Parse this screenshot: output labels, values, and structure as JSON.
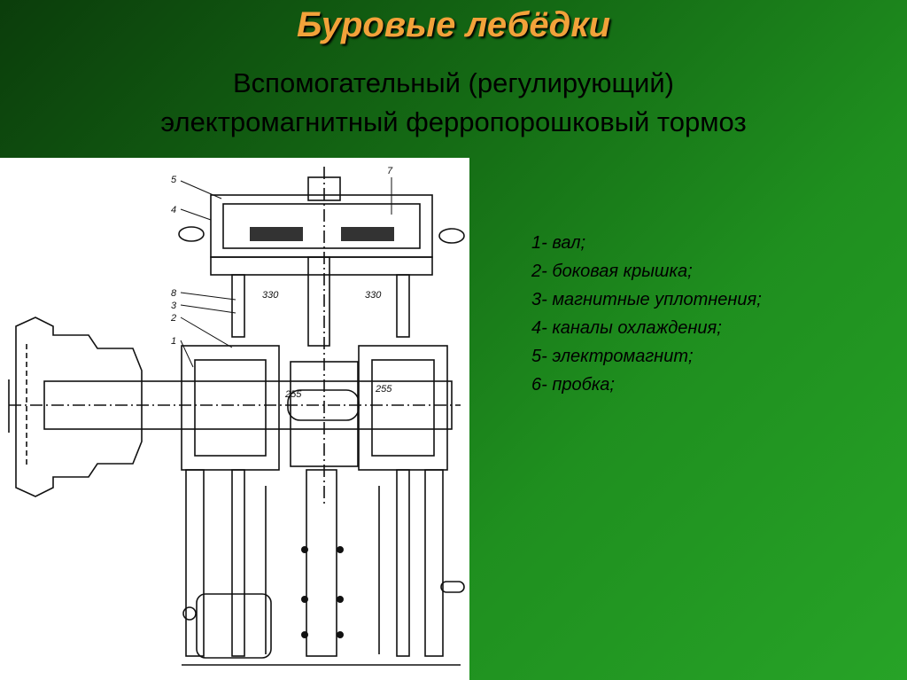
{
  "slide": {
    "title": "Буровые лебёдки",
    "subtitle_line1": "Вспомогательный (регулирующий)",
    "subtitle_line2": "электромагнитный ферропорошковый тормоз"
  },
  "diagram": {
    "callouts": [
      "5",
      "4",
      "8",
      "3",
      "2",
      "1",
      "7"
    ],
    "dimension_labels": [
      "330",
      "330",
      "255",
      "255"
    ]
  },
  "legend": {
    "items": [
      "1- вал;",
      "2- боковая крышка;",
      "3- магнитные уплотнения;",
      "4- каналы охлаждения;",
      "5- электромагнит;",
      "6- пробка;"
    ]
  }
}
